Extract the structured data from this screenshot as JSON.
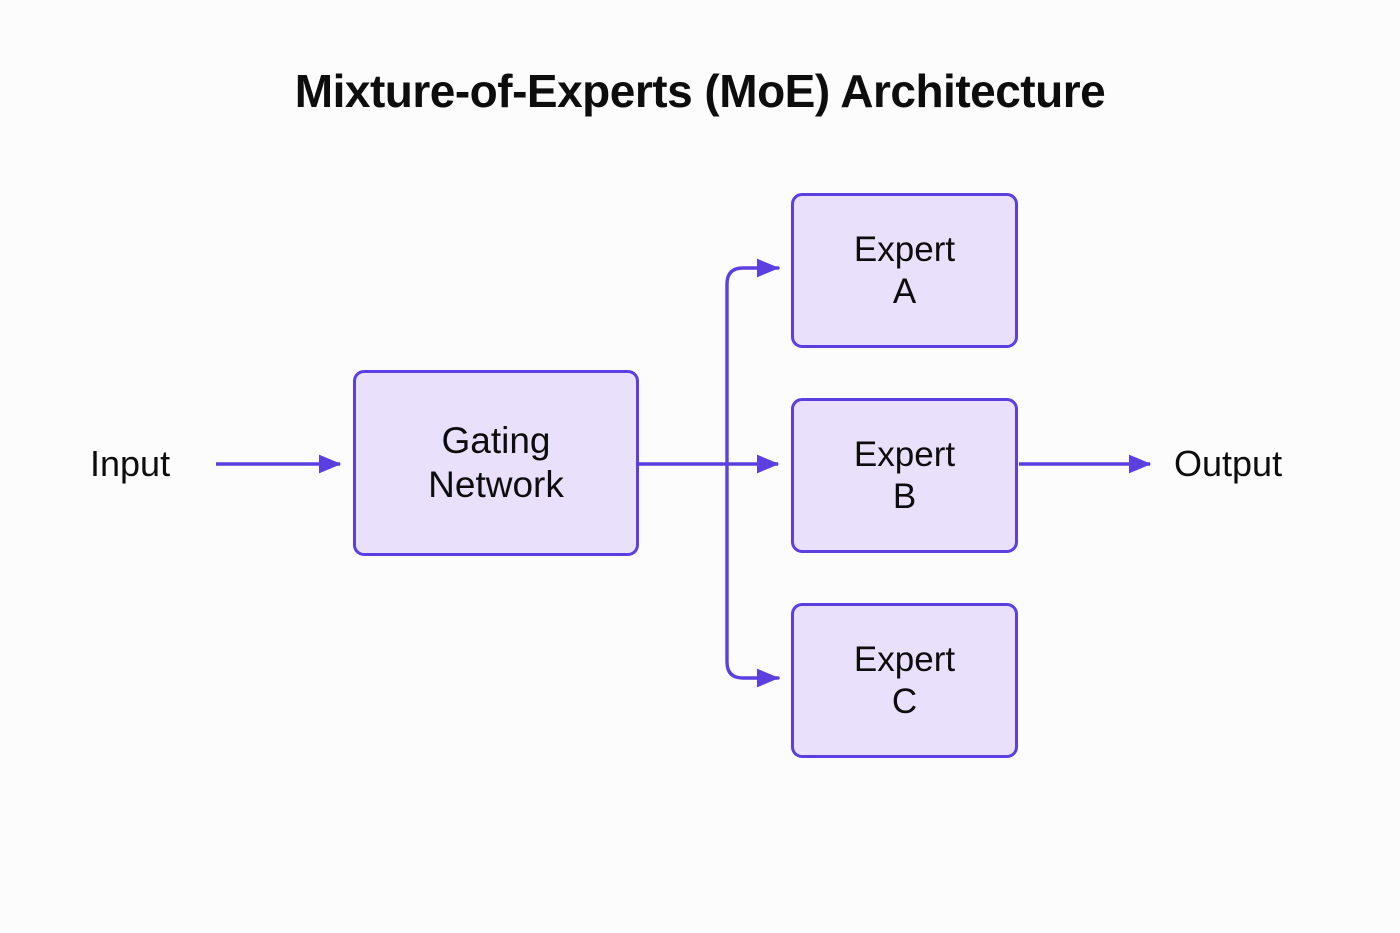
{
  "diagram": {
    "title": "Mixture-of-Experts (MoE) Architecture",
    "background_color": "#fdfcfd",
    "accent_color": "#5b3fe0",
    "node_fill_color": "#e9e1fb",
    "text_color": "#0d0d0d",
    "nodes": [
      {
        "id": "gating",
        "label": "Gating\nNetwork"
      },
      {
        "id": "expert_a",
        "label": "Expert\nA"
      },
      {
        "id": "expert_b",
        "label": "Expert\nB"
      },
      {
        "id": "expert_c",
        "label": "Expert\nC"
      }
    ],
    "io": {
      "input_label": "Input",
      "output_label": "Output"
    },
    "edges": [
      {
        "from": "input",
        "to": "gating"
      },
      {
        "from": "gating",
        "to": "expert_a"
      },
      {
        "from": "gating",
        "to": "expert_b"
      },
      {
        "from": "gating",
        "to": "expert_c"
      },
      {
        "from": "expert_b",
        "to": "output"
      }
    ]
  }
}
